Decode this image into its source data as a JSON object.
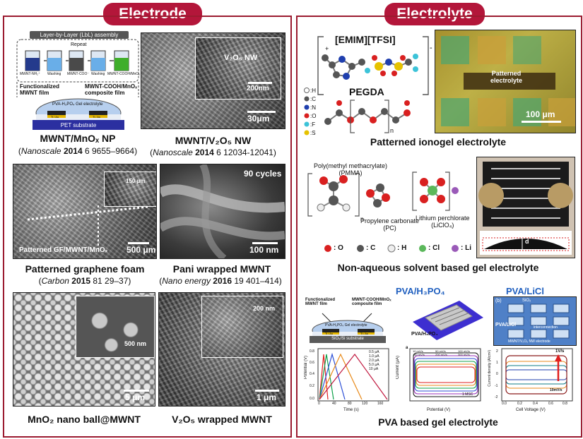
{
  "headers": {
    "electrode": "Electrode",
    "electrolyte": "Electrolyte"
  },
  "electrode": {
    "p1": {
      "title": "Layer-by-Layer (LbL) assembly",
      "repeat": "Repeat",
      "steps": [
        "MWNT-NH₂⁺",
        "Washing",
        "MWNT-COO⁻",
        "Washing",
        "MWNT-COOH/MnOₓ"
      ],
      "left_label": "Functionalized\nMWNT film",
      "right_label": "MWNT-COOH/MnOₓ\ncomposite film",
      "gel": "PVA-H₃PO₄ Gel electrolyte",
      "substrate": "PET substrate",
      "contact": "Ti / Au",
      "caption": "MWNT/MnOₓ NP",
      "journal": "Nanoscale",
      "year": "2014",
      "details": "6 9655–9664"
    },
    "p2": {
      "inset_label": "V₂O₅ NW",
      "inset_scale": "200nm",
      "scale": "30μm",
      "caption": "MWNT/V₂O₅ NW",
      "journal": "Nanoscale",
      "year": "2014",
      "details": "6 12034-12041"
    },
    "p3": {
      "inset_scale": "150 μm",
      "label": "Patterned GF/MWNT/MnOₓ",
      "scale": "500 μm",
      "caption": "Patterned graphene foam",
      "journal": "Carbon",
      "year": "2015",
      "details": "81 29–37"
    },
    "p4": {
      "cycles": "90 cycles",
      "scale": "100 nm",
      "caption": "Pani wrapped MWNT",
      "journal": "Nano energy",
      "year": "2016",
      "details": "19 401–414"
    },
    "p5": {
      "inset_scale": "500 nm",
      "scale": "5 μm",
      "caption": "MnO₂ nano ball@MWNT"
    },
    "p6": {
      "inset_scale": "200 nm",
      "scale": "1 μm",
      "caption": "V₂O₅ wrapped MWNT"
    }
  },
  "electrolyte": {
    "ionogel": {
      "emim": "[EMIM][TFSI]",
      "pegda": "PEGDA",
      "plus": "+",
      "minus": "-",
      "n": "n",
      "legend": [
        ":H",
        ":C",
        ":N",
        ":O",
        ":F",
        ":S"
      ],
      "patterned": "Patterned\nelectrolyte",
      "scale": "100 μm",
      "caption": "Patterned ionogel electrolyte"
    },
    "nonaq": {
      "pmma": "Poly(methyl methacrylate)\n(PMMA)",
      "pc": "Propylene carbonate\n(PC)",
      "licl": "Lithium perchlorate\n(LiClO₄)",
      "n": "n",
      "d": "d",
      "legend": [
        ": O",
        ": C",
        ": H",
        ": Cl",
        ": Li"
      ],
      "caption": "Non-aqueous solvent based gel electrolyte"
    },
    "pva": {
      "h3po4": "PVA/H₃PO₄",
      "licl": "PVA/LiCl",
      "func": "Functionalized\nMWNT film",
      "comp": "MWNT-COOH/MnOₓ\ncomposite film",
      "gel": "PVA-H₃PO₄ Gel electrolyte",
      "substrate": "SiO₂/Si substrate",
      "contact": "Ti / Au",
      "device_label": "PVA/H₃PO₄",
      "sio2": "SiO₂",
      "pva_licl": "PVA/LiCl",
      "inter": "interconnection",
      "panel_b": "(b)",
      "electrode": "MWNT/V₂O₅ NW electrode",
      "gcd": {
        "ylabel": "Potential (V)",
        "xlabel": "Time (s)",
        "legend": [
          "0.5 μA",
          "1.0 μA",
          "2.0 μA",
          "5.0 μA",
          "10 μA"
        ],
        "xticks": [
          "0",
          "40",
          "80",
          "120",
          "160"
        ],
        "yticks": [
          "0.0",
          "0.2",
          "0.4",
          "0.6",
          "0.8"
        ]
      },
      "cv1": {
        "panel": "a",
        "ylabel": "Current (μA)",
        "xlabel": "Potential (V)",
        "note": "1 MSC",
        "legend": [
          "10 mV/s",
          "50 mV/s",
          "100 mV/s",
          "150 mV/s",
          "200 mV/s",
          "300 mV/s"
        ]
      },
      "cv2": {
        "ylabel": "Current density (A/cm²)",
        "xlabel": "Cell Voltage (V)",
        "high": "1V/s",
        "low": "10mV/s",
        "xticks": [
          "0.0",
          "0.2",
          "0.4",
          "0.6",
          "0.8"
        ],
        "yticks": [
          "-2",
          "-1",
          "0",
          "1",
          "2"
        ]
      },
      "caption": "PVA based gel electrolyte"
    }
  }
}
